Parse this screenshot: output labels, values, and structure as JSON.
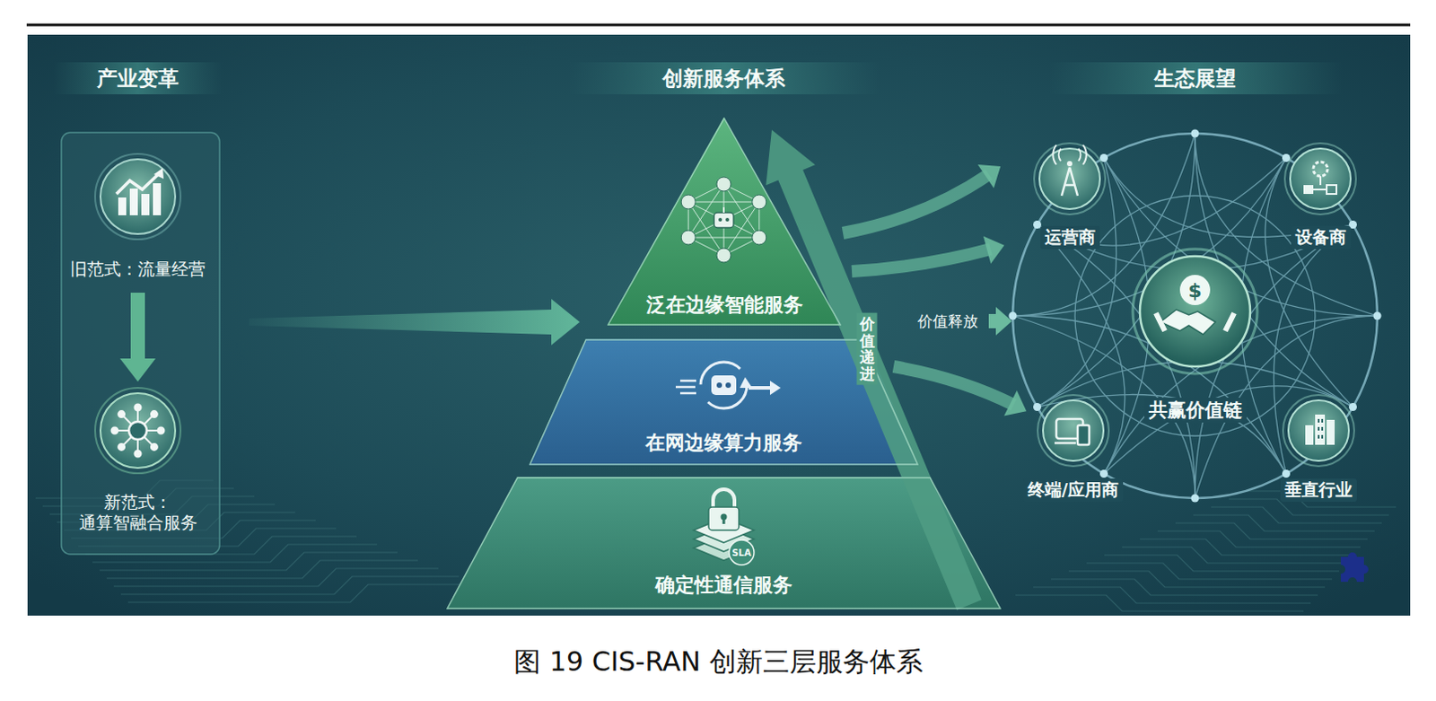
{
  "diagram": {
    "caption": "图 19 CIS-RAN 创新三层服务体系",
    "nodes": [
      {
        "text": [
          "旧范式：流量经营"
        ]
      },
      {
        "text": [
          "新范式： 通算智融合服务"
        ]
      },
      {
        "text": [
          "泛在边缘智能服务"
        ]
      },
      {
        "text": [
          "在网边缘算力服务"
        ]
      },
      {
        "text": [
          "确定性通信服务"
        ]
      },
      {
        "text": [
          "运营商"
        ]
      },
      {
        "text": [
          "设备商"
        ]
      },
      {
        "text": [
          "共赢价值链"
        ]
      },
      {
        "text": [
          "终端/应用商"
        ]
      },
      {
        "text": [
          "垂直行业"
        ]
      }
    ],
    "edges": [
      {
        "from": 0,
        "to": 1,
        "arrow": "to"
      }
    ],
    "labels": [
      "产业变革",
      "创新服务体系",
      "生态展望",
      "价值递进",
      "价值释放",
      "SLA"
    ]
  }
}
